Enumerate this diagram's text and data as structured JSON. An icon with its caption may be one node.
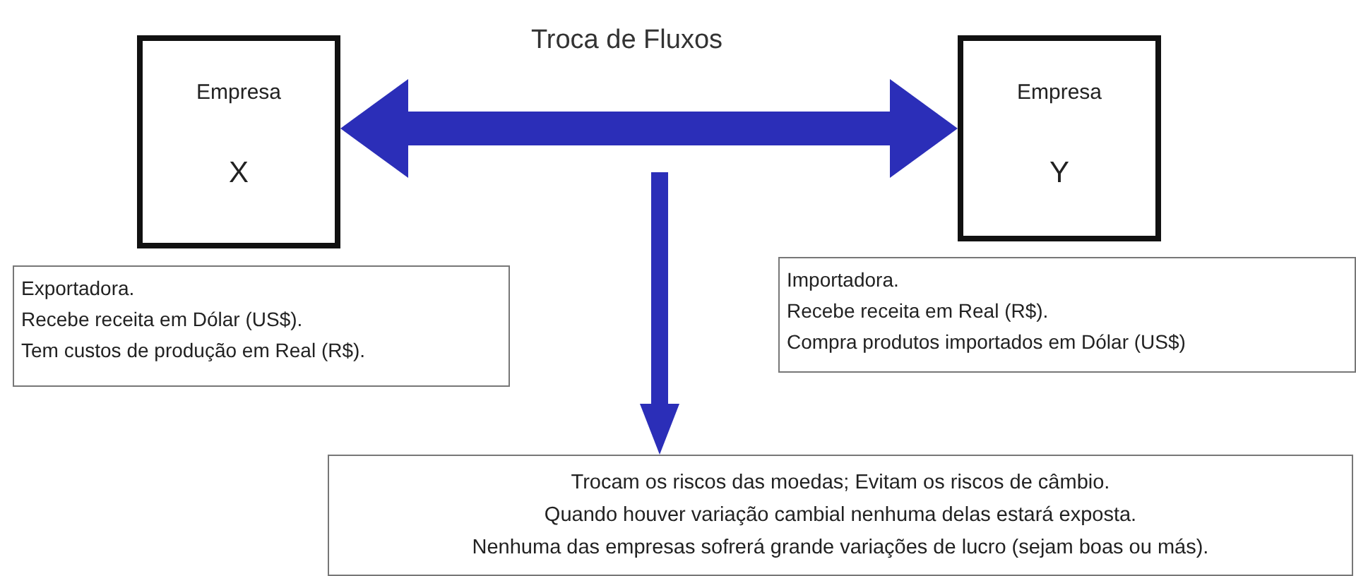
{
  "diagram": {
    "nodes": [
      {
        "text": [
          "Empresa",
          "X"
        ]
      },
      {
        "text": [
          "Empresa",
          "Y"
        ]
      },
      {
        "text": [
          "Exportadora.",
          "Recebe receita em Dólar (US$).",
          "Tem custos de produção em Real (R$)."
        ]
      },
      {
        "text": [
          "Importadora.",
          "Recebe receita em Real (R$).",
          "Compra produtos importados em Dólar (US$)"
        ]
      },
      {
        "text": [
          "Trocam os riscos das moedas; Evitam os riscos de câmbio.",
          "Quando houver variação cambial nenhuma delas estará exposta.",
          "Nenhuma das empresas sofrerá grande variações de lucro (sejam boas ou más)."
        ]
      }
    ],
    "edges": [
      {
        "from": 0,
        "to": 1,
        "arrow": "both",
        "label": "Troca de Fluxos",
        "style": "thick"
      },
      {
        "from": null,
        "to": 4,
        "arrow": "to"
      }
    ]
  }
}
